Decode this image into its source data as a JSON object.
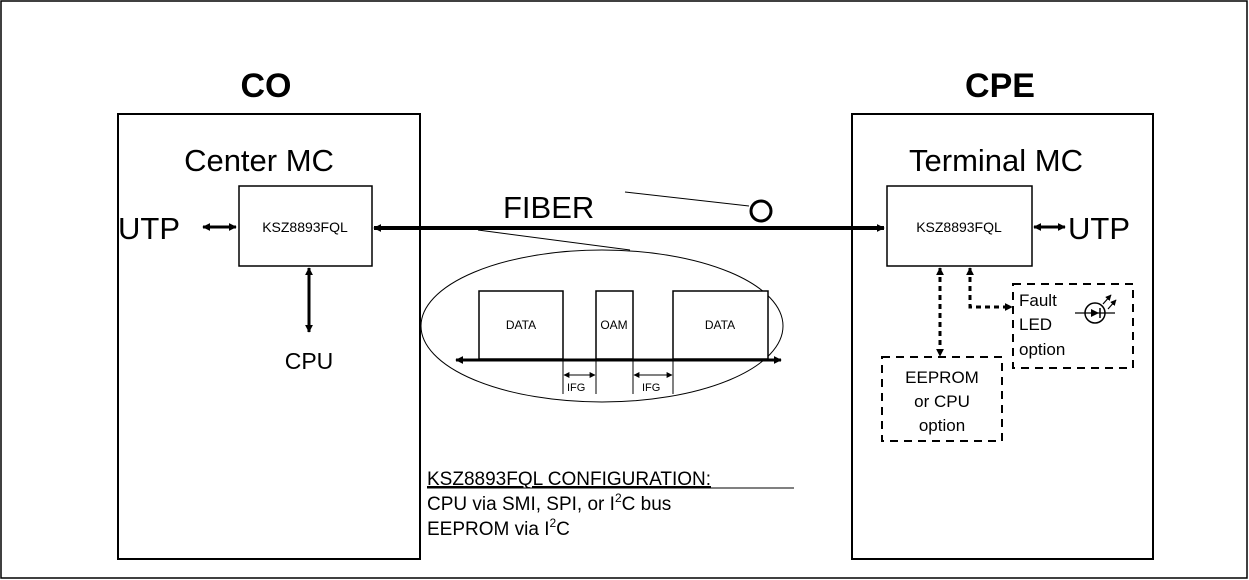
{
  "co": {
    "heading": "CO",
    "title": "Center MC",
    "chip": "KSZ8893FQL",
    "utp": "UTP",
    "cpu": "CPU"
  },
  "cpe": {
    "heading": "CPE",
    "title": "Terminal MC",
    "chip": "KSZ8893FQL",
    "utp": "UTP",
    "eeprom_lines": [
      "EEPROM",
      "or CPU",
      "option"
    ],
    "fault_lines": [
      "Fault",
      "LED",
      "option"
    ]
  },
  "fiber": {
    "label": "FIBER"
  },
  "frame": {
    "data1": "DATA",
    "oam": "OAM",
    "data2": "DATA",
    "ifg1": "IFG",
    "ifg2": "IFG"
  },
  "config": {
    "heading": "KSZ8893FQL CONFIGURATION:",
    "line1_pre": "CPU via SMI, SPI, or I",
    "line1_sup": "2",
    "line1_post": "C bus",
    "line2_pre": "EEPROM via I",
    "line2_sup": "2",
    "line2_post": "C"
  }
}
